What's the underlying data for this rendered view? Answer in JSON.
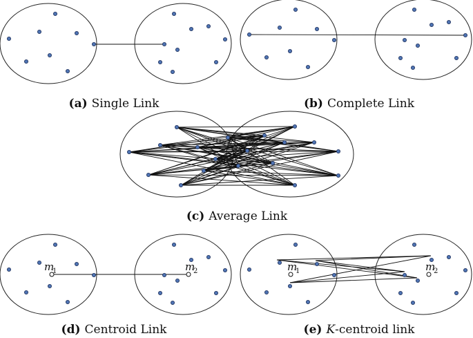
{
  "panels": [
    {
      "key": "a",
      "label": "(a)",
      "title": "Single Link"
    },
    {
      "key": "b",
      "label": "(b)",
      "title": "Complete Link"
    },
    {
      "key": "c",
      "label": "(c)",
      "title": "Average Link"
    },
    {
      "key": "d",
      "label": "(d)",
      "title": "Centroid Link"
    },
    {
      "key": "e",
      "label": "(e)",
      "title_italic": "K",
      "title_rest": "-centroid link"
    }
  ],
  "centroid_labels": {
    "m1": "m",
    "m1_sub": "1",
    "m2": "m",
    "m2_sub": "2"
  },
  "colors": {
    "point_fill": "#4f74b3",
    "point_stroke": "#1d2f5a",
    "line": "#111111",
    "ellipse": "#222222"
  }
}
